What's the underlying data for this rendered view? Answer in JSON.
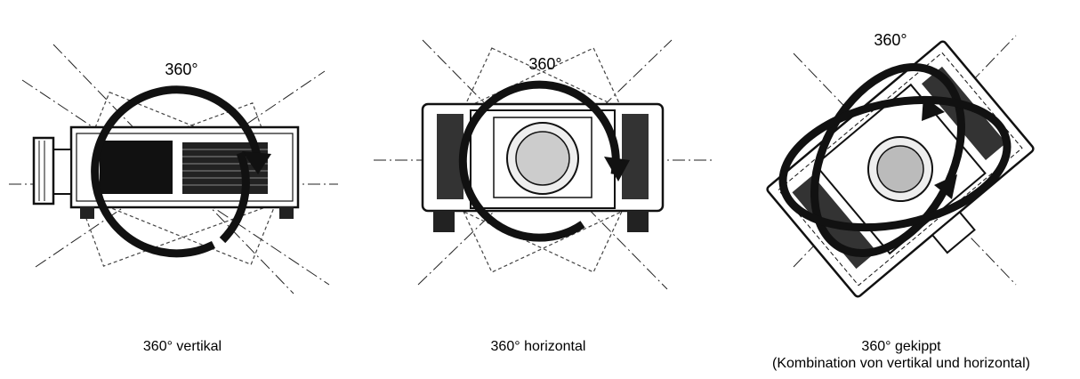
{
  "panels": [
    {
      "rotation_label": "360°",
      "caption": "360° vertikal"
    },
    {
      "rotation_label": "360°",
      "caption": "360° horizontal"
    },
    {
      "rotation_label": "360°",
      "caption_line1": "360° gekippt",
      "caption_line2": "(Kombination von vertikal und horizontal)"
    }
  ]
}
